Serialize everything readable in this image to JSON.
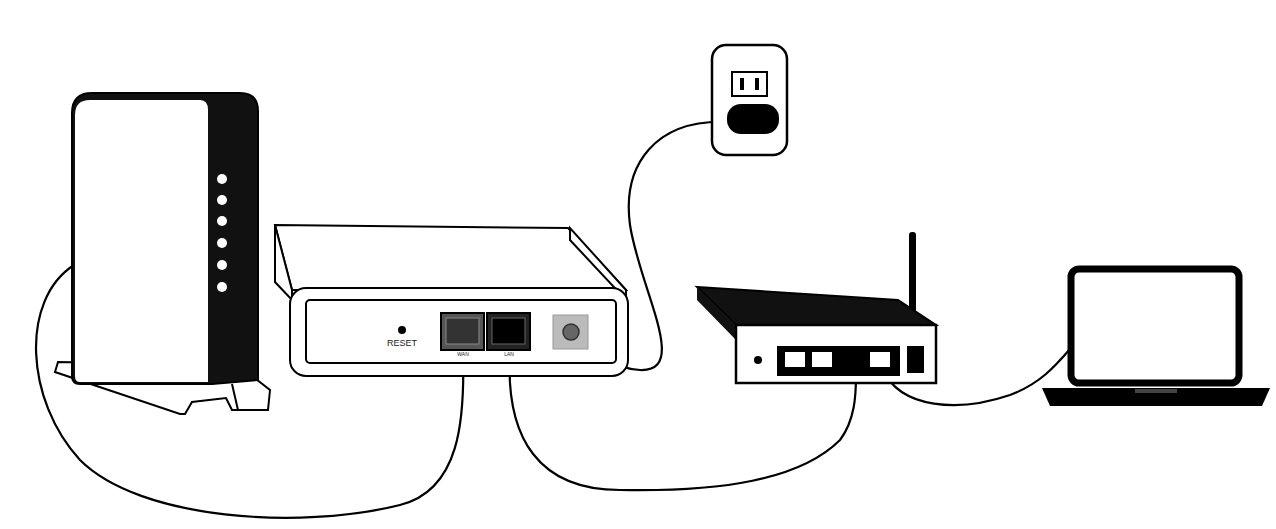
{
  "diagram": {
    "labels": [
      "RESET",
      "WAN",
      "LAN"
    ]
  }
}
